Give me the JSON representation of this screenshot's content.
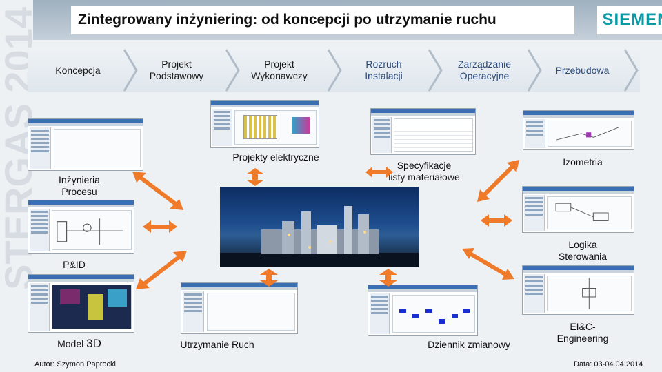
{
  "title": "Zintegrowany inżyniering: od koncepcji po utrzymanie ruchu",
  "brand": "SIEMENS",
  "watermark": "STERGAS 2014",
  "phases": [
    "Koncepcja",
    "Projekt\nPodstawowy",
    "Projekt\nWykonawczy",
    "Rozruch\nInstalacji",
    "Zarządzanie\nOperacyjne",
    "Przebudowa"
  ],
  "modules": {
    "inzynieria_procesu": "Inżynieria\nProcesu",
    "pid": "P&ID",
    "model_3d_prefix": "Model ",
    "model_3d_suffix": "3D",
    "utrzymanie_ruchu": "Utrzymanie Ruch",
    "projekty_elektryczne": "Projekty elektryczne",
    "specyfikacje": "Specyfikacje\nlisty materiałowe",
    "izometria": "Izometria",
    "logika_sterowania": "Logika\nSterowania",
    "dziennik": "Dziennik zmianowy",
    "eic": "EI&C-\nEngineering"
  },
  "footer": {
    "author": "Autor: Szymon Paprocki",
    "date": "Data: 03-04.04.2014"
  },
  "colors": {
    "accent_orange": "#ee7a2a",
    "brand_teal": "#0a9aa6",
    "active_phase_text": "#2b4a7a"
  }
}
